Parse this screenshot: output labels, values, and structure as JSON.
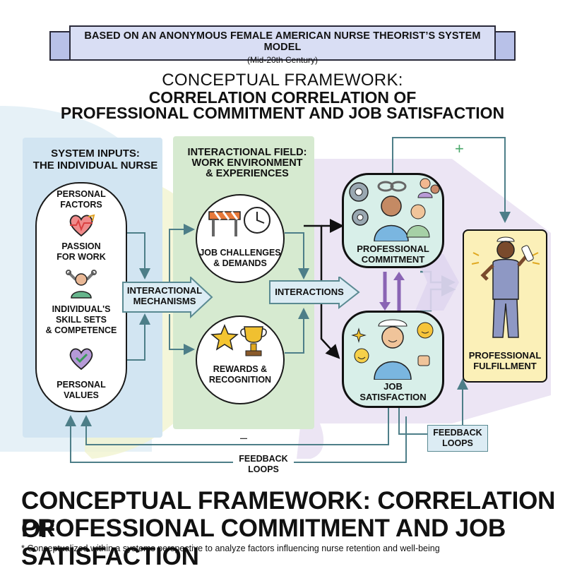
{
  "banner": {
    "line1": "BASED ON AN ANONYMOUS FEMALE AMERICAN NURSE THEORIST’S SYSTEM MODEL",
    "line2": "(Mid-20th Century)"
  },
  "header": {
    "title_line1": "CONCEPTUAL FRAMEWORK:",
    "title_line2": "CORRELATION CORRELATION OF",
    "title_line3": "PROFESSIONAL COMMITMENT AND JOB SATISFACTION"
  },
  "inputs": {
    "section_title_1": "SYSTEM INPUTS:",
    "section_title_2": "THE INDIVIDUAL NURSE",
    "personal_factors_1": "PERSONAL",
    "personal_factors_2": "FACTORS",
    "passion_1": "PASSION",
    "passion_2": "FOR WORK",
    "skills_1": "INDIVIDUAL'S",
    "skills_2": "SKILL SETS",
    "skills_3": "& COMPETENCE",
    "values_1": "PERSONAL",
    "values_2": "VALUES"
  },
  "field": {
    "section_title_1": "INTERACTIONAL FIELD:",
    "section_title_2": "WORK ENVIRONMENT",
    "section_title_3": "& EXPERIENCES",
    "challenges_1": "JOB CHALLENGES",
    "challenges_2": "& DEMANDS",
    "rewards_1": "REWARDS &",
    "rewards_2": "RECOGNITION"
  },
  "mechanisms": {
    "label_1": "INTERACTIONAL",
    "label_2": "MECHANISMS"
  },
  "interactions": {
    "label": "INTERACTIONS"
  },
  "outcomes": {
    "commitment_1": "PROFESSIONAL",
    "commitment_2": "COMMITMENT",
    "satisfaction_1": "JOB",
    "satisfaction_2": "SATISFACTION",
    "fulfillment_1": "PROFESSIONAL",
    "fulfillment_2": "FULFILLMENT"
  },
  "feedback": {
    "plus": "+",
    "minus": "–",
    "loops_right_1": "FEEDBACK",
    "loops_right_2": "LOOPS",
    "loops_bottom_1": "FEEDBACK",
    "loops_bottom_2": "LOOPS"
  },
  "footer": {
    "title_line1": "CONCEPTUAL FRAMEWORK: CORRELATION OF",
    "title_line2": "PROFESSIONAL COMMITMENT AND JOB SATISFACTION",
    "note": "* Conceptualized within a systems perspective to analyze factors influencing nurse retention and well-being"
  },
  "colors": {
    "inputs_bg": "#d2e5f2",
    "field_bg": "#d6ead0",
    "outcome_bg": "#e4e0f0",
    "fulfillment_bg": "#fbf0b8",
    "circle_bg": "#d8f0ea",
    "accent_green": "#4aa86a",
    "arrow_teal": "#5a8a92",
    "arrow_purple": "#9a74c0"
  }
}
